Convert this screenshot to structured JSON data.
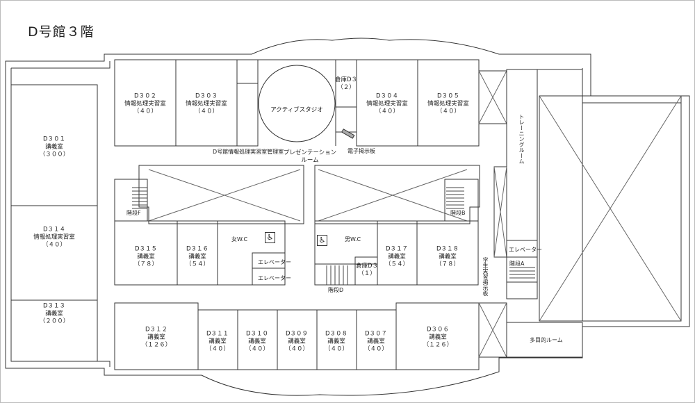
{
  "title": "D号館３階",
  "rooms": {
    "d302": {
      "code": "D３０２",
      "name": "情報処理実習室",
      "cap": "（４０）"
    },
    "d303": {
      "code": "D３０３",
      "name": "情報処理実習室",
      "cap": "（４０）"
    },
    "d304": {
      "code": "D３０４",
      "name": "情報処理実習室",
      "cap": "（４０）"
    },
    "d305": {
      "code": "D３０５",
      "name": "情報処理実習室",
      "cap": "（４０）"
    },
    "d301": {
      "code": "D３０１",
      "name": "講義室",
      "cap": "（３００）"
    },
    "d314": {
      "code": "D３１４",
      "name": "情報処理実習室",
      "cap": "（４０）"
    },
    "d313": {
      "code": "D３１３",
      "name": "講義室",
      "cap": "（２００）"
    },
    "d315": {
      "code": "D３１５",
      "name": "講義室",
      "cap": "（７８）"
    },
    "d316": {
      "code": "D３１６",
      "name": "講義室",
      "cap": "（５４）"
    },
    "d317": {
      "code": "D３１７",
      "name": "講義室",
      "cap": "（５４）"
    },
    "d318": {
      "code": "D３１８",
      "name": "講義室",
      "cap": "（７８）"
    },
    "d312": {
      "code": "D３１２",
      "name": "講義室",
      "cap": "（１２６）"
    },
    "d311": {
      "code": "D３１１",
      "name": "講義室",
      "cap": "（４０）"
    },
    "d310": {
      "code": "D３１０",
      "name": "講義室",
      "cap": "（４０）"
    },
    "d309": {
      "code": "D３０９",
      "name": "講義室",
      "cap": "（４０）"
    },
    "d308": {
      "code": "D３０８",
      "name": "講義室",
      "cap": "（４０）"
    },
    "d307": {
      "code": "D３０７",
      "name": "講義室",
      "cap": "（４０）"
    },
    "d306": {
      "code": "D３０６",
      "name": "講義室",
      "cap": "（１２６）"
    },
    "storage_d3_2": {
      "code": "倉庫D３",
      "cap": "（２）"
    },
    "storage_d3_1": {
      "code": "倉庫D３",
      "cap": "（１）"
    }
  },
  "labels": {
    "active_studio": "アクティブスタジオ",
    "mgmt_room": "D号館情報処理実習室管理室",
    "presentation_1": "プレゼンテーション",
    "presentation_2": "ルーム",
    "e_board": "電子掲示板",
    "training_room": "トレーニングルーム",
    "stairs_f": "階段F",
    "stairs_b": "階段B",
    "stairs_d": "階段D",
    "stairs_a": "階段A",
    "womens_wc": "女W.C",
    "mens_wc": "男W.C",
    "elevator_1": "エレベーター",
    "elevator_2": "エレベーター",
    "elevator_3": "エレベーター",
    "student_board": "学生実習掲示板",
    "multipurpose": "多目的ルーム",
    "accessible_icon": "♿"
  }
}
